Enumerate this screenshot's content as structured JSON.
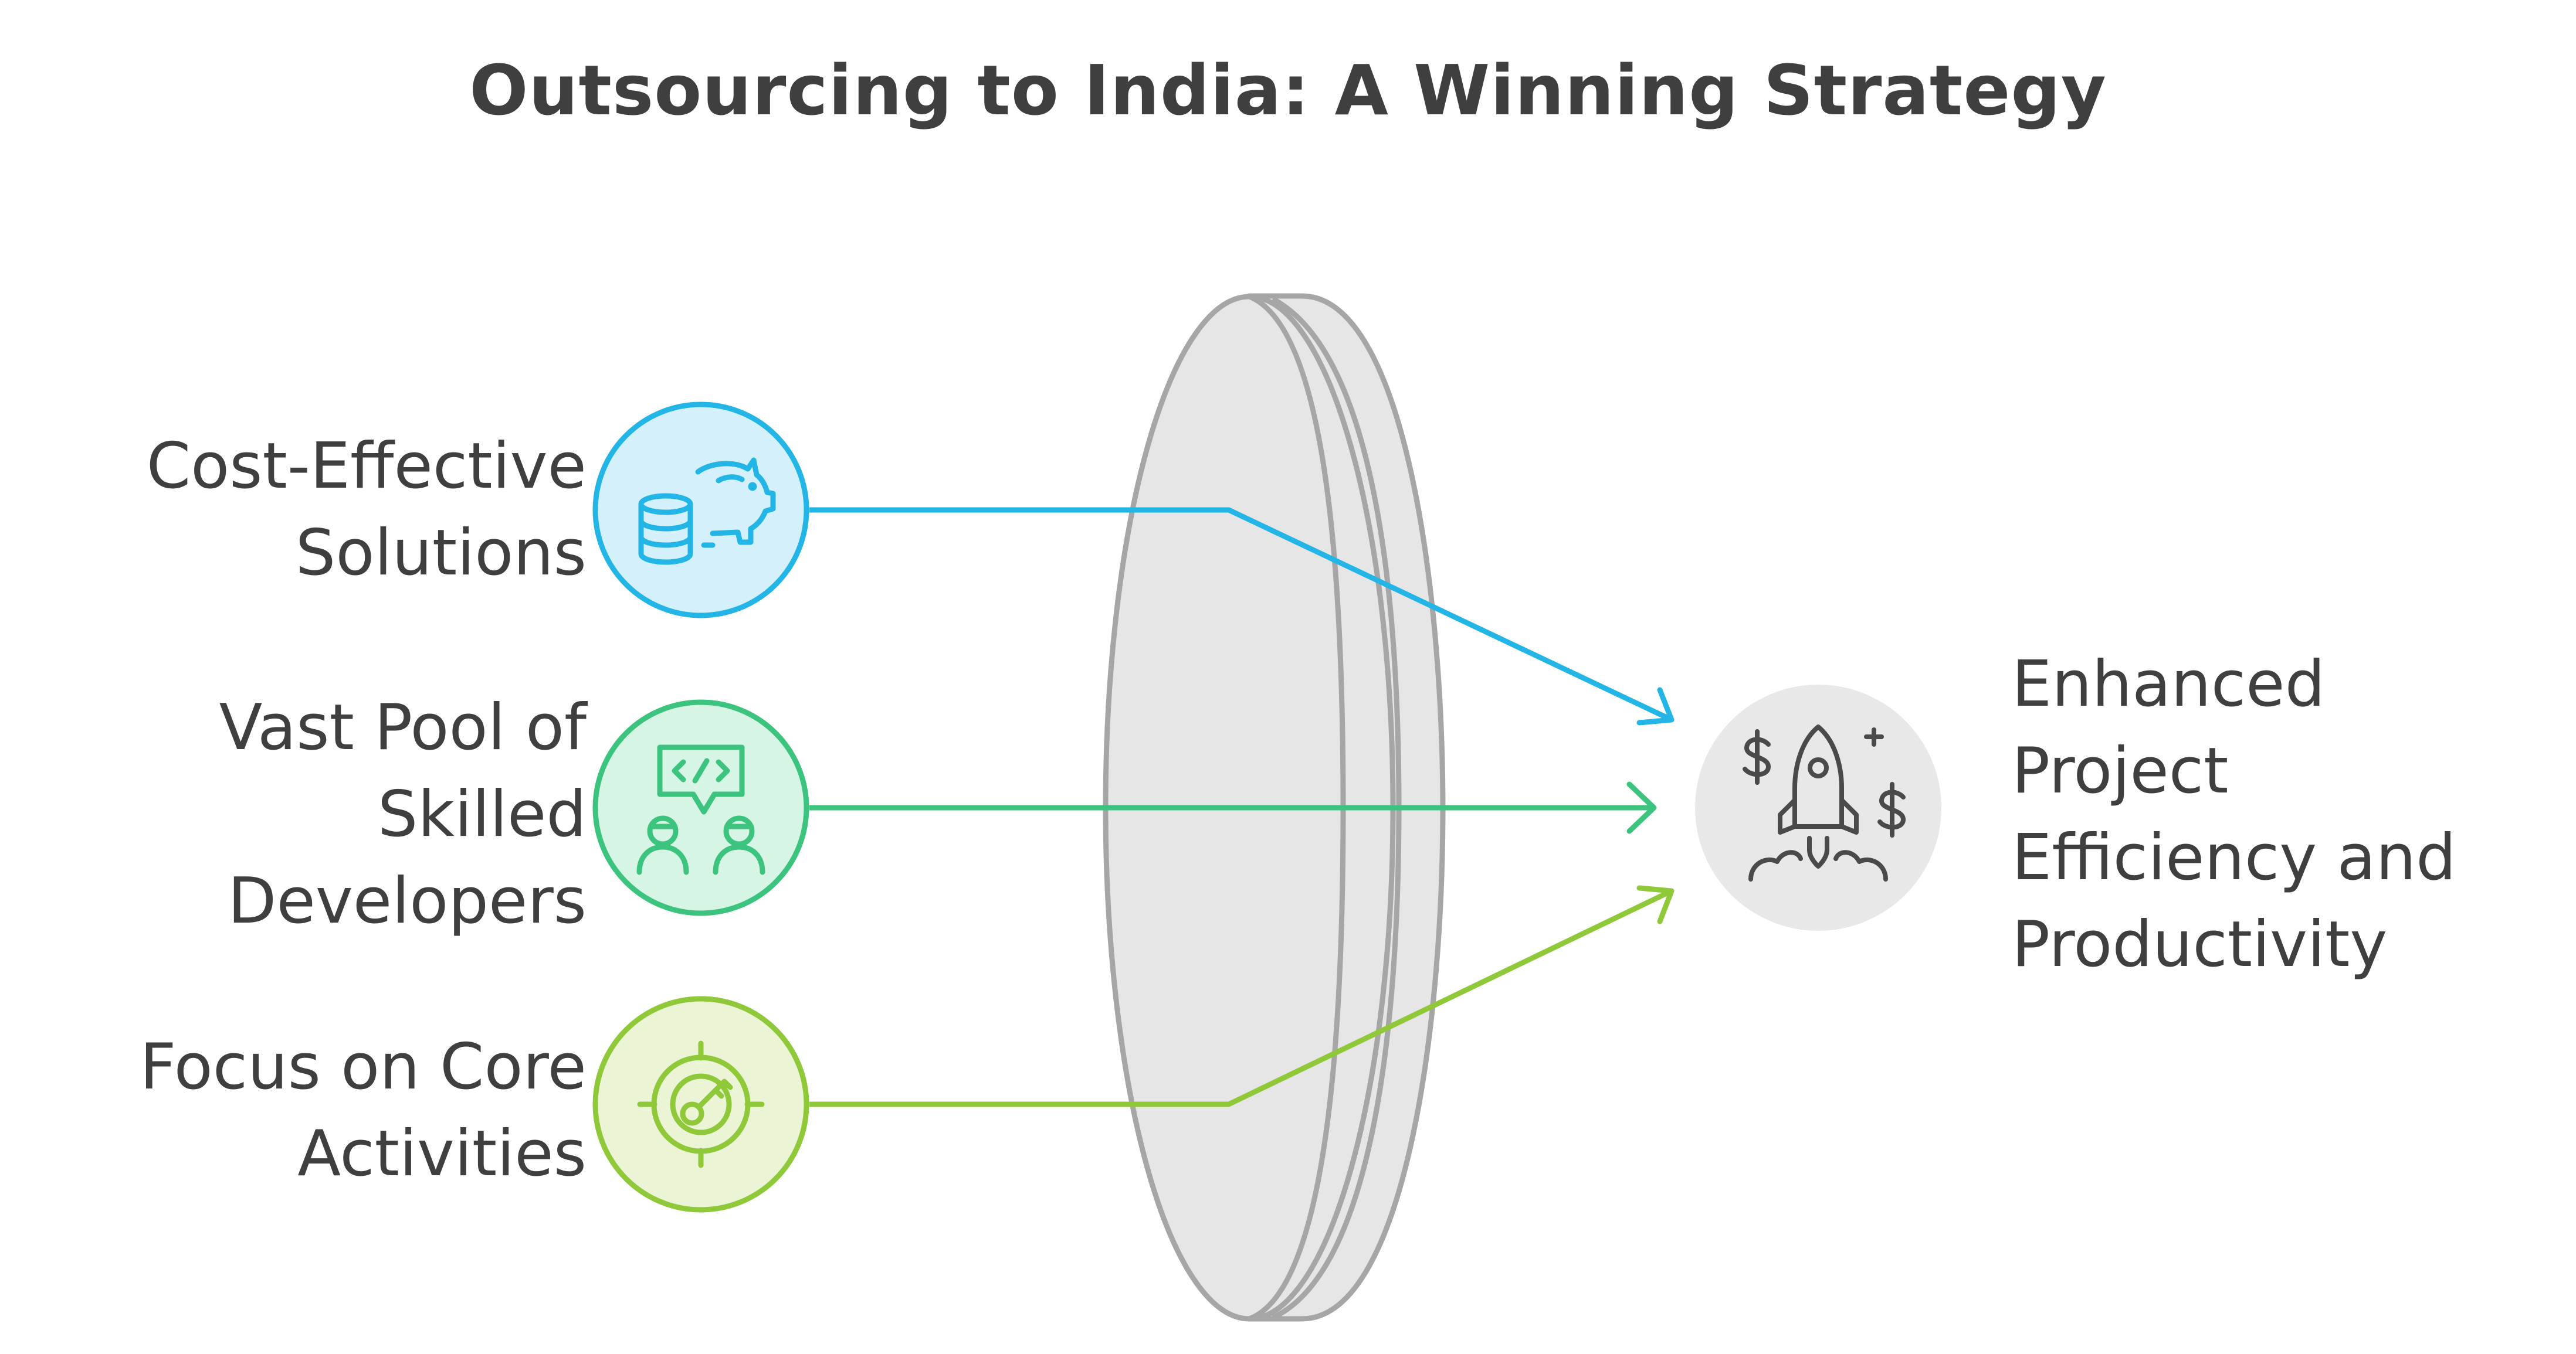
{
  "title": "Outsourcing to India: A Winning Strategy",
  "inputs": [
    {
      "label": "Cost-Effective\nSolutions",
      "icon": "piggy-bank-coins-icon",
      "color": "#22b5e6",
      "fill": "#d3f0fb"
    },
    {
      "label": "Vast Pool of\nSkilled\nDevelopers",
      "icon": "developers-code-icon",
      "color": "#3cc47e",
      "fill": "#d6f5e4"
    },
    {
      "label": "Focus on Core\nActivities",
      "icon": "target-key-icon",
      "color": "#8fc93a",
      "fill": "#ebf5d6"
    }
  ],
  "output": {
    "label": "Enhanced\nProject\nEfficiency and\nProductivity",
    "icon": "rocket-dollar-icon",
    "fill": "#e8e8e8"
  },
  "lens": {
    "fill": "#e6e6e6",
    "stroke": "#a6a6a6"
  },
  "text_color": "#3f3f3f"
}
